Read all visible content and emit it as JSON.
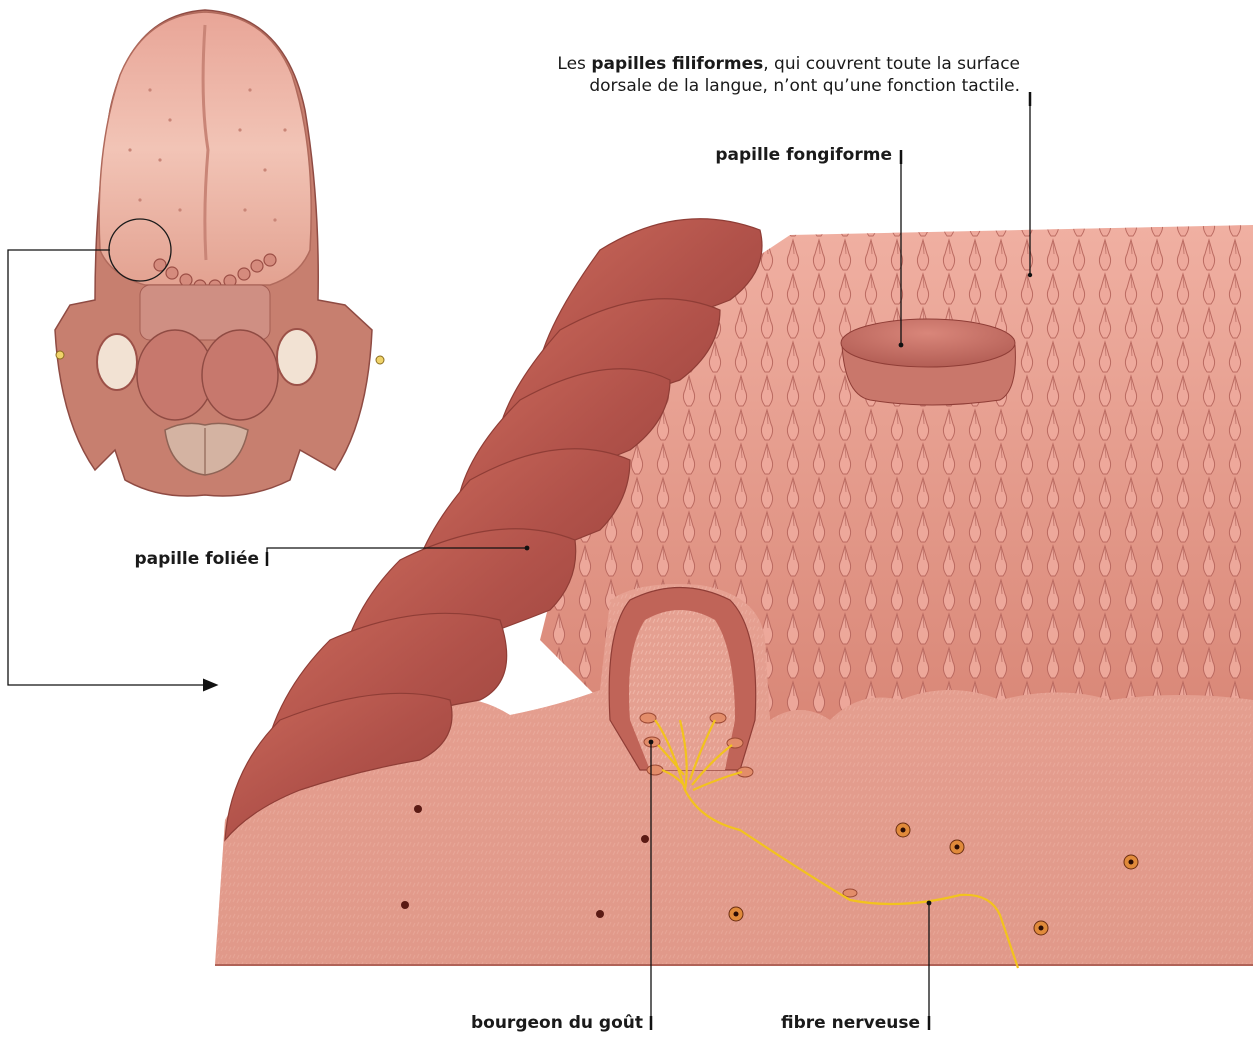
{
  "labels": {
    "filiformes_prefix": "Les ",
    "filiformes_bold": "papilles filiformes",
    "filiformes_line1_rest": ", qui couvrent toute la surface",
    "filiformes_line2": "dorsale de la langue, n’ont qu’une fonction tactile.",
    "fongiforme": "papille fongiforme",
    "foliee": "papille foliée",
    "bourgeon": "bourgeon du goût",
    "fibre": "fibre nerveuse"
  }
}
